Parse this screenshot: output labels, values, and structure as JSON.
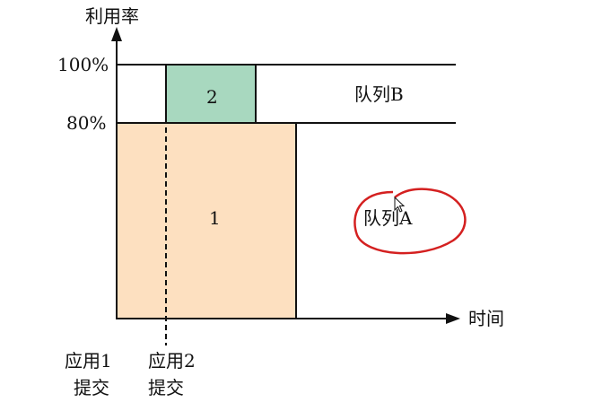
{
  "axes": {
    "y_title": "利用率",
    "x_title": "时间",
    "y_ticks": [
      "100%",
      "80%"
    ]
  },
  "queues": {
    "queue_b": "队列B",
    "queue_a": "队列A"
  },
  "blocks": {
    "block_1": "1",
    "block_2": "2"
  },
  "events": {
    "app1_line1": "应用1",
    "app1_line2": "提交",
    "app2_line1": "应用2",
    "app2_line2": "提交"
  },
  "colors": {
    "block_1_fill": "#fde0c0",
    "block_2_fill": "#a8d8bf",
    "annotation_red": "#d42020",
    "line": "#111111"
  }
}
